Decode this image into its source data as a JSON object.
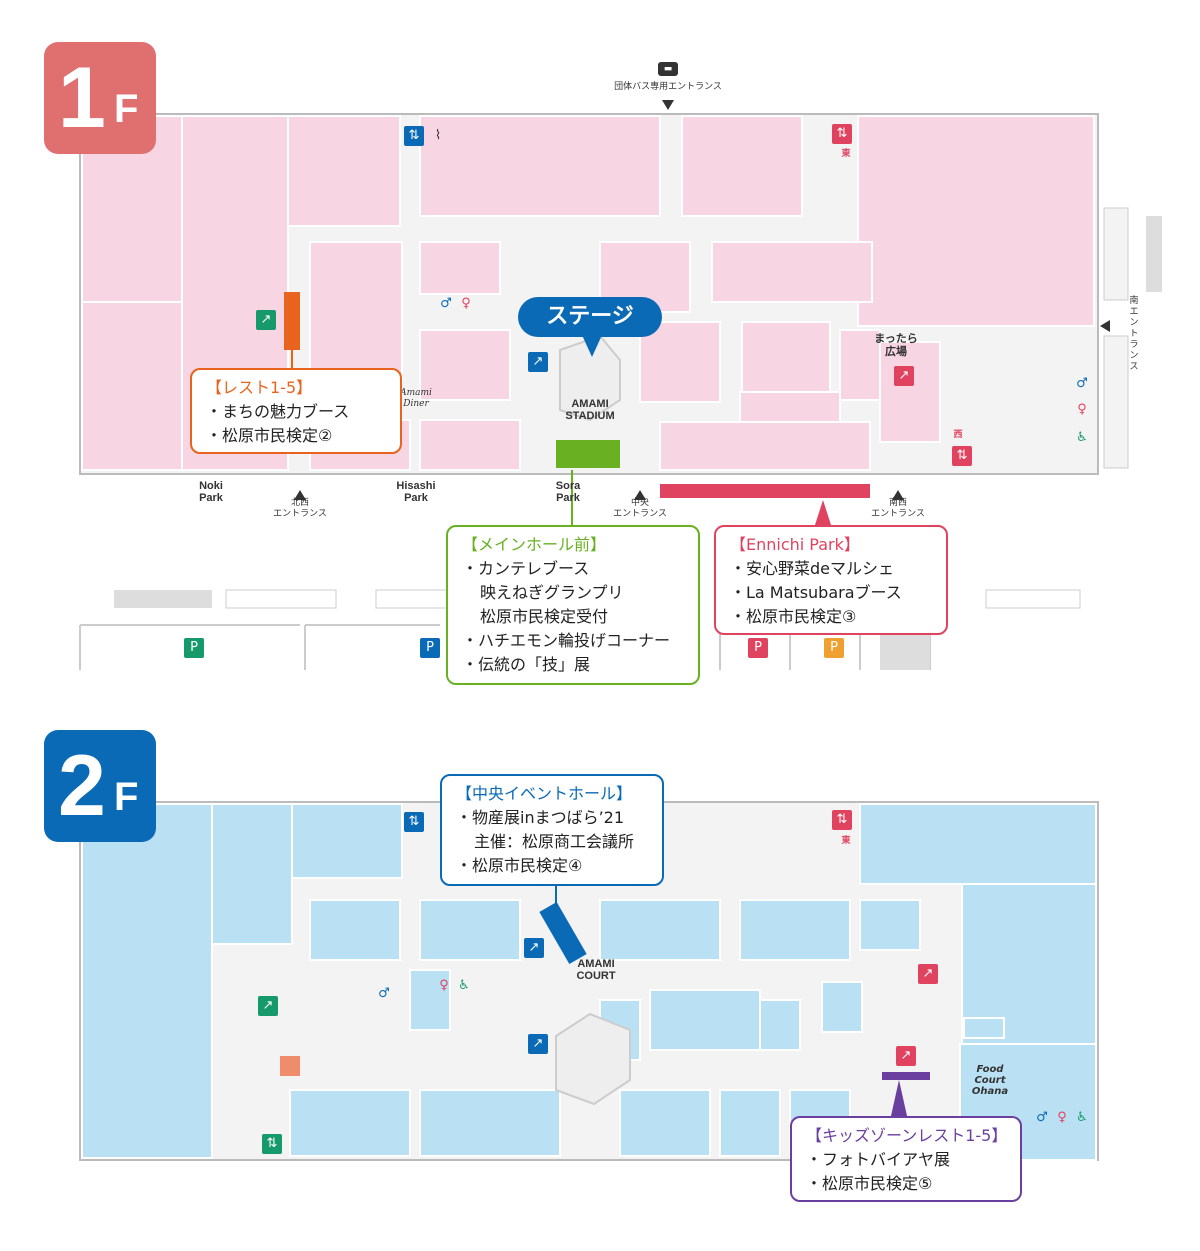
{
  "floors": {
    "f1": {
      "num": "1",
      "suffix": "F",
      "color": "#e07070"
    },
    "f2": {
      "num": "2",
      "suffix": "F",
      "color": "#0a6ab6"
    }
  },
  "colors": {
    "floor1_shop": "#f7d5e3",
    "floor2_shop": "#b9e0f3",
    "corridor": "#f3f3f3",
    "orange": "#e8641e",
    "green": "#6ab023",
    "red": "#e0435f",
    "blue": "#0a6ab6",
    "purple": "#6b3fa0"
  },
  "stage_label": "ステージ",
  "map_labels": {
    "bus_entrance": "団体バス専用エントランス",
    "south_entrance": "南エントランス",
    "amami_stadium": "AMAMI\nSTADIUM",
    "amami_court": "AMAMI\nCOURT",
    "mattara_hiroba": "まったら\n広場",
    "noki_park": "Noki\nPark",
    "hisashi_park": "Hisashi\nPark",
    "sora_park": "Sora\nPark",
    "hokusei_entrance": "北西\nエントランス",
    "chuo_entrance": "中央\nエントランス",
    "nansei_entrance": "南西\nエントランス",
    "east_1f": "東",
    "west_1f": "西",
    "east_2f": "東",
    "amami_diner": "Amami\nDiner",
    "food_court": "Food Court\nOhana"
  },
  "callouts": {
    "rest_1f": {
      "title": "【レスト1-5】",
      "lines": [
        "・まちの魅力ブース",
        "・松原市民検定②"
      ]
    },
    "main_hall": {
      "title": "【メインホール前】",
      "lines": [
        "・カンテレブース",
        "映えねぎグランプリ",
        "松原市民検定受付",
        "・ハチエモン輪投げコーナー",
        "・伝統の「技」展"
      ]
    },
    "ennichi": {
      "title": "【Ennichi Park】",
      "lines": [
        "・安心野菜deマルシェ",
        "・La Matsubaraブース",
        "・松原市民検定③"
      ]
    },
    "chuo_event": {
      "title": "【中央イベントホール】",
      "lines": [
        "・物産展inまつばら’21",
        "主催：松原商工会議所",
        "・松原市民検定④"
      ]
    },
    "kids_zone": {
      "title": "【キッズゾーンレスト1-5】",
      "lines": [
        "・フォトバイアヤ展",
        "・松原市民検定⑤"
      ]
    }
  }
}
